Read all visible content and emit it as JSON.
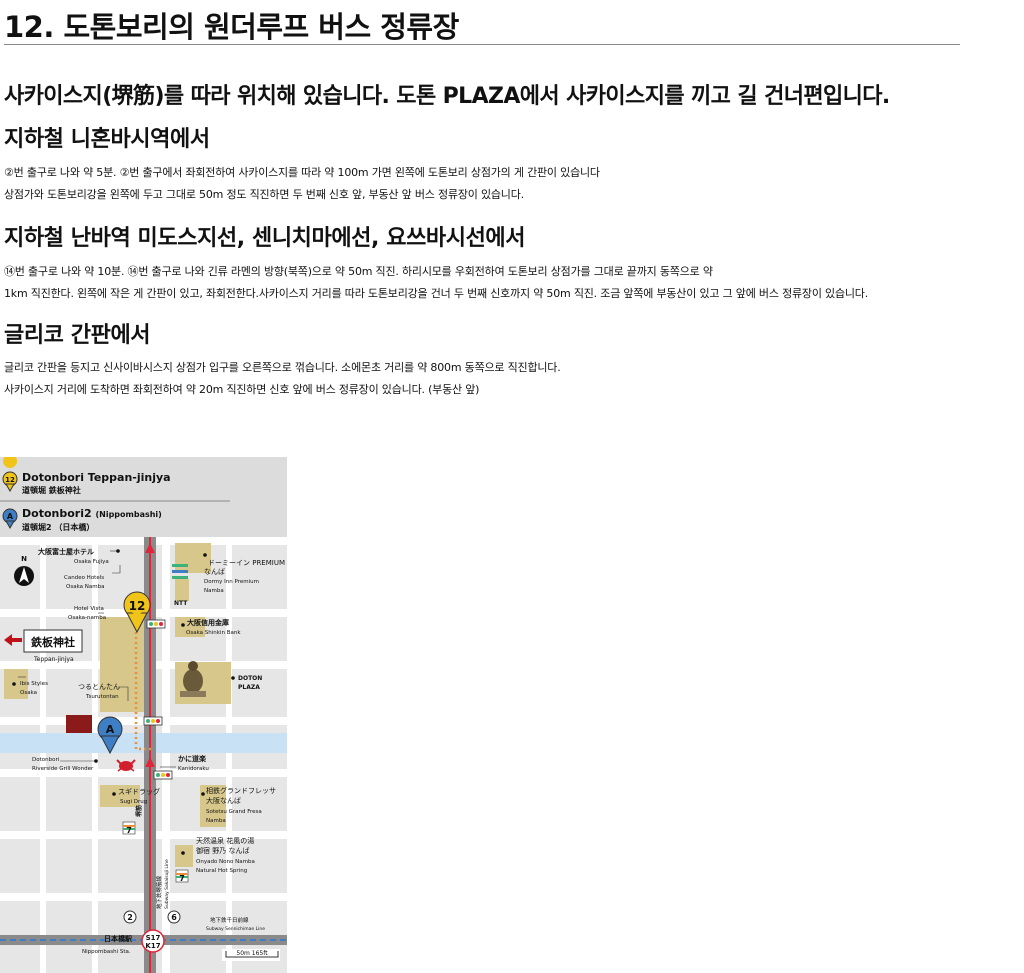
{
  "title": "12. 도톤보리의 원더루프 버스 정류장",
  "lead": "사카이스지(堺筋)를 따라 위치해 있습니다. 도톤 PLAZA에서 사카이스지를 끼고 길 건너편입니다.",
  "sections": [
    {
      "heading": "지하철 니혼바시역에서",
      "lines": [
        "②번 출구로 나와 약 5분. ②번 출구에서 좌회전하여 사카이스지를 따라 약 100m 가면 왼쪽에 도톤보리 상점가의 게 간판이 있습니다",
        " 상점가와 도톤보리강을 왼쪽에 두고 그대로 50m 정도 직진하면 두 번째 신호 앞, 부동산 앞 버스 정류장이 있습니다."
      ]
    },
    {
      "heading": "지하철 난바역 미도스지선, 센니치마에선, 요쓰바시선에서",
      "lines": [
        "⑭번 출구로 나와 약 10분. ⑭번 출구로 나와 긴류 라멘의 방향(북쪽)으로 약 50m 직진. 하리시모를 우회전하여 도톤보리 상점가를 그대로 끝까지 동쪽으로 약",
        " 1km 직진한다. 왼쪽에 작은 게 간판이 있고, 좌회전한다.사카이스지 거리를 따라 도톤보리강을 건너 두 번째 신호까지 약 50m 직진. 조금 앞쪽에 부동산이 있고 그 앞에 버스 정류장이 있습니다."
      ]
    },
    {
      "heading": "글리코 간판에서",
      "lines": [
        "글리코 간판을 등지고 신사이바시스지 상점가 입구를 오른쪽으로 꺾습니다. 소에몬초 거리를 약 800m 동쪽으로 직진합니다.",
        " 사카이스지 거리에 도착하면 좌회전하여 약 20m 직진하면 신호 앞에 버스 정류장이 있습니다. (부동산 앞)"
      ]
    }
  ],
  "map": {
    "stops": [
      {
        "badge": "12",
        "name": "Dotonbori Teppan-jinjya",
        "name_jp": "道頓堀 鉄板神社",
        "color": "#f0c419",
        "icon": "bus-stop-pin-icon"
      },
      {
        "badge": "A",
        "name": "Dotonbori2",
        "name_sub": "(Nippombashi)",
        "name_jp": "道頓堀2 （日本橋）",
        "color": "#3d7ec4",
        "icon": "anchor-pin-icon"
      }
    ],
    "north": "N",
    "pin_12": "12",
    "pin_a": "A",
    "labels": {
      "fujiya_jp": "大阪富士屋ホテル",
      "fujiya_en": "Osaka Fujiya",
      "candeo_1": "Candeo Hotels",
      "candeo_2": "Osaka Namba",
      "dormy_jp1": "ドーミーイン PREMIUM",
      "dormy_jp2": "なんば",
      "dormy_en1": "Dormy Inn Premium",
      "dormy_en2": "Namba",
      "ntt": "NTT",
      "vista_1": "Hotel Vista",
      "vista_2": "Osaka-namba",
      "shinkin_jp": "大阪信用金庫",
      "shinkin_en": "Osaka Shinkin Bank",
      "teppan_jp": "鉄板神社",
      "teppan_en": "Teppan-jinjya",
      "ibis_1": "Ibis Styles",
      "ibis_2": "Osaka",
      "tsuru_jp": "つるとんたん",
      "tsuru_en": "Tsurutontan",
      "doton_1": "DOTON",
      "doton_2": "PLAZA",
      "riverside_1": "Dotonbori",
      "riverside_2": "Riverside Grill Wonder",
      "kani_jp": "かに道楽",
      "kani_en": "Kanidoraku",
      "sugi_jp": "スギドラッグ",
      "sugi_en": "Sugi Drug",
      "sotetsu_jp1": "相鉄グランドフレッサ",
      "sotetsu_jp2": "大阪なんば",
      "sotetsu_en1": "Sotetsu Grand Fresa",
      "sotetsu_en2": "Namba",
      "onyado_jp1": "天然温泉 花風の湯",
      "onyado_jp2": "御宿 野乃 なんば",
      "onyado_en1": "Onyado Nono Namba",
      "onyado_en2": "Natural Hot Spring",
      "sakai_street": "堺筋",
      "sakai_line": "地下鉄堺筋線",
      "sakai_line_en": "Subway Sakaisuji Line",
      "sennichi_jp": "地下鉄千日前線",
      "sennichi_en": "Subway Sennichimae Line",
      "nippombashi_jp": "日本橋駅",
      "nippombashi_en": "Nippombashi Sta.",
      "exit_2": "2",
      "exit_6": "6",
      "station_code_1": "S17",
      "station_code_2": "K17",
      "scale": "50m 165ft"
    },
    "colors": {
      "building": "#d7c78a",
      "block": "#e6e6e6",
      "river": "#c9e1f5",
      "road": "#ffffff",
      "main_road": "#8a8a8a",
      "route": "#e8903a",
      "rail": "#e0263a"
    }
  }
}
